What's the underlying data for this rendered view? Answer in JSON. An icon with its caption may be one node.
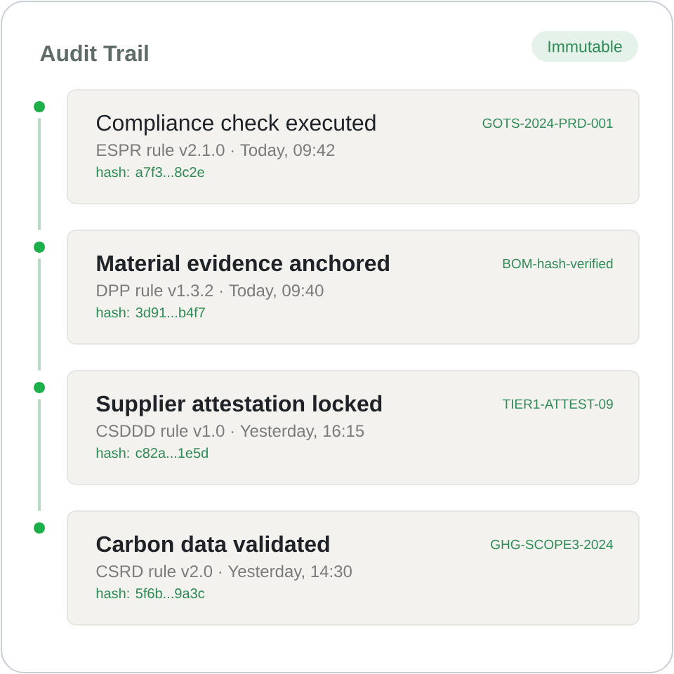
{
  "diagram": {
    "nodes": [
      {
        "text": [
          "Audit Trail"
        ]
      },
      {
        "text": [
          "Immutable"
        ],
        "in": 0
      },
      {
        "text": [],
        "shape": "circle",
        "in": 0
      },
      {
        "text": [
          "Compliance check executed",
          "GOTS-2024-PRD-001",
          "ESPR rule v2.1.0 · Today, 09:42",
          "hash: a7f3...8c2e"
        ],
        "in": 0
      },
      {
        "text": [],
        "shape": "circle",
        "in": 0
      },
      {
        "text": [
          "Material evidence anchored",
          "BOM-hash-verified",
          "DPP rule v1.3.2 · Today, 09:40",
          "hash: 3d91...b4f7"
        ],
        "in": 0
      },
      {
        "text": [],
        "shape": "circle",
        "in": 0
      },
      {
        "text": [
          "Supplier attestation locked",
          "TIER1-ATTEST-09",
          "CSDDD rule v1.0 · Yesterday, 16:15",
          "hash: c82a...1e5d"
        ],
        "in": 0
      },
      {
        "text": [],
        "shape": "circle",
        "in": 0
      },
      {
        "text": [
          "Carbon data validated",
          "GHG-SCOPE3-2024",
          "CSRD rule v2.0 · Yesterday, 14:30",
          "hash: 5f6b...9a3c"
        ],
        "in": 0
      }
    ],
    "edges": [
      {
        "from": 2,
        "to": 4,
        "arrow": "none"
      },
      {
        "from": 4,
        "to": 6,
        "arrow": "none"
      },
      {
        "from": 6,
        "to": 8,
        "arrow": "none"
      }
    ]
  }
}
